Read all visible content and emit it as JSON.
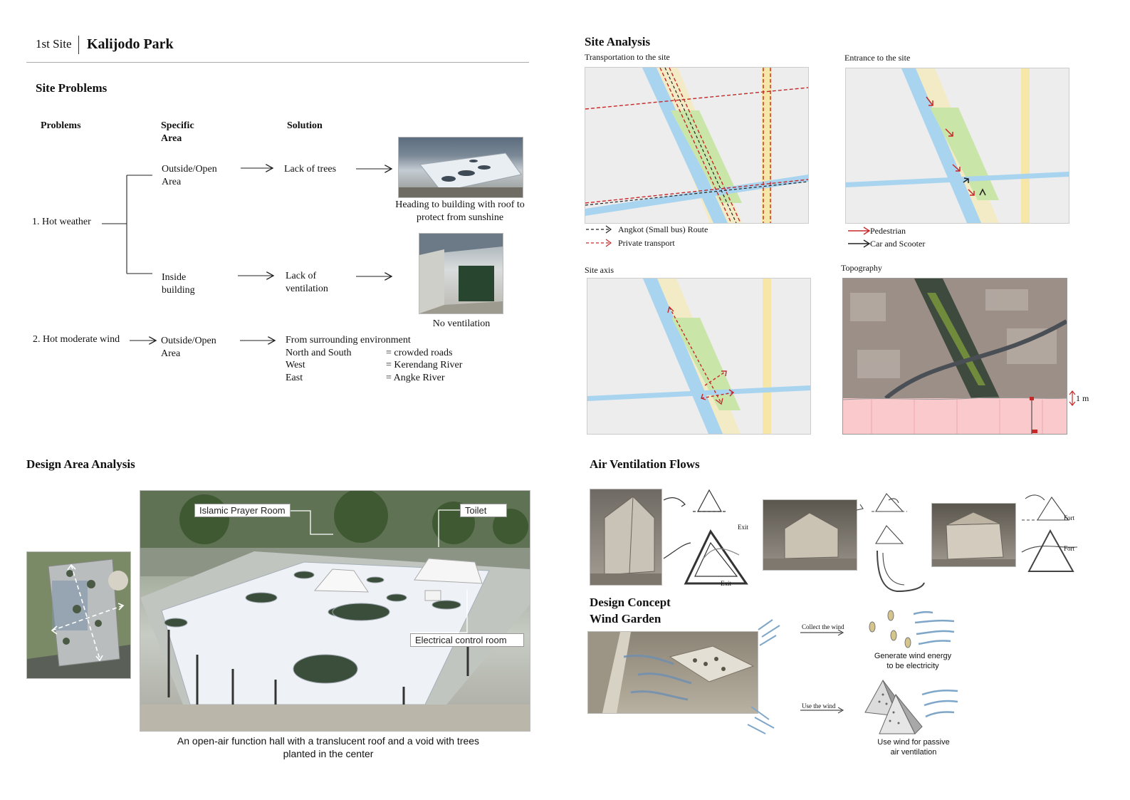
{
  "header": {
    "site_prefix": "1st Site",
    "site_name": "Kalijodo  Park"
  },
  "site_problems": {
    "title": "Site Problems",
    "columns": {
      "problems": "Problems",
      "specific_area": "Specific\nArea",
      "solution": "Solution"
    },
    "problem1": "1. Hot weather",
    "problem2": "2. Hot moderate wind",
    "area_outside": "Outside/Open\nArea",
    "area_inside": "Inside\nbuilding",
    "area_outside2": "Outside/Open\nArea",
    "solution_trees": "Lack of trees",
    "solution_ventilation": "Lack of\nventilation",
    "solution_env": "From surrounding  environment",
    "env_rows": [
      {
        "dir": "North and South",
        "val": "= crowded roads"
      },
      {
        "dir": "West",
        "val": "= Kerendang River"
      },
      {
        "dir": "East",
        "val": "= Angke River"
      }
    ],
    "caption_roof": "Heading to building  with roof to\nprotect from sunshine",
    "caption_novent": "No ventilation"
  },
  "site_analysis": {
    "title": "Site Analysis",
    "transport_title": "Transportation to the site",
    "entrance_title": "Entrance to the site",
    "axis_title": "Site axis",
    "topo_title": "Topography",
    "legend_angkot": "Angkot (Small bus) Route",
    "legend_private": "Private transport",
    "legend_pedestrian": "Pedestrian",
    "legend_car": "Car and Scooter",
    "topo_scale": "1 m"
  },
  "design_area": {
    "title": "Design Area Analysis",
    "label_prayer": "Islamic Prayer Room",
    "label_toilet": "Toilet",
    "label_electrical": "Electrical control room",
    "caption": "An open-air function  hall with a translucent  roof and a void with trees\nplanted in the center"
  },
  "air": {
    "title": "Air Ventilation Flows",
    "sketch_note1": "Exit",
    "sketch_note2": "Exit",
    "sketch_note3": "Fort",
    "sketch_note4": "Fort"
  },
  "concept": {
    "title_line1": "Design Concept",
    "title_line2": "Wind Garden",
    "collect": "Collect the wind",
    "use": "Use the wind",
    "generate": "Generate wind energy\nto be electricity",
    "passive": "Use wind for passive\nair ventilation"
  },
  "colors": {
    "red_route": "#c62828",
    "river": "#a8d4ef",
    "park": "#c9e6a8",
    "road": "#f6e7a8",
    "topo_pink": "#f9c9cc"
  }
}
